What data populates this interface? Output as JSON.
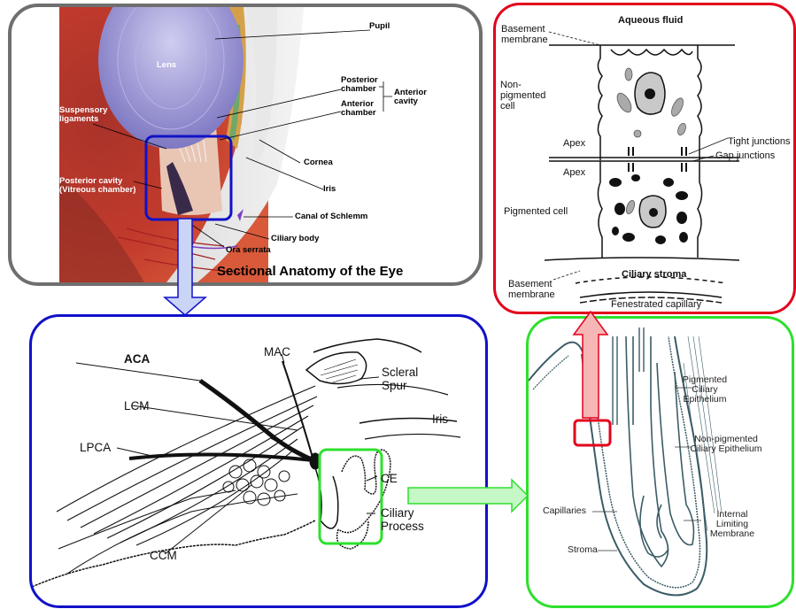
{
  "eye_panel": {
    "title": "Sectional Anatomy of the Eye",
    "labels": {
      "pupil": "Pupil",
      "lens": "Lens",
      "posterior_chamber": "Posterior chamber",
      "anterior_chamber": "Anterior chamber",
      "anterior_cavity": "Anterior cavity",
      "suspensory_ligaments": "Suspensory ligaments",
      "cornea": "Cornea",
      "posterior_cavity": "Posterior cavity (Vitreous chamber)",
      "iris": "Iris",
      "canal_of_schlemm": "Canal of Schlemm",
      "ciliary_body": "Ciliary body",
      "ora_serrata": "Ora serrata"
    }
  },
  "cell_panel": {
    "labels": {
      "aqueous_fluid": "Aqueous fluid",
      "basement_membrane_top": "Basement membrane",
      "non_pigmented_cell": "Non-pigmented cell",
      "apex_1": "Apex",
      "tight_junctions": "Tight junctions",
      "gap_junctions": "Gap junctions",
      "apex_2": "Apex",
      "pigmented_cell": "Pigmented cell",
      "ciliary_stroma": "Ciliary stroma",
      "basement_membrane_bottom": "Basement membrane",
      "fenestrated_capillary": "Fenestrated capillary"
    }
  },
  "angle_panel": {
    "labels": {
      "aca": "ACA",
      "mac": "MAC",
      "scleral_spur": "Scleral Spur",
      "lcm": "LCM",
      "iris": "Iris",
      "lpca": "LPCA",
      "ce": "CE",
      "ciliary_process": "Ciliary Process",
      "ccm": "CCM"
    }
  },
  "process_panel": {
    "labels": {
      "pigmented_epithelium": "Pigmented Ciliary Epithelium",
      "non_pigmented_epithelium": "Non-pigmented Ciliary Epithelium",
      "capillaries": "Capillaries",
      "internal_limiting_membrane": "Internal Limiting Membrane",
      "stroma": "Stroma"
    }
  },
  "colors": {
    "eye_border": "#6f6f6f",
    "cell_border": "#e3001b",
    "angle_border": "#1111c8",
    "process_border": "#2ee02e",
    "arrow_blue_fill": "#c9d4f6",
    "arrow_green_fill": "#c6f7c6",
    "arrow_red_fill": "#f6b6b6"
  }
}
